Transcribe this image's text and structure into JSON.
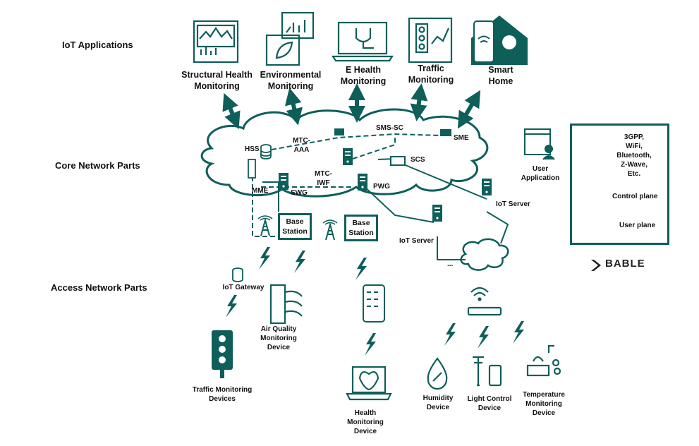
{
  "sections": {
    "iot_apps": "IoT Applications",
    "core": "Core Network Parts",
    "access": "Access Network Parts"
  },
  "apps": [
    {
      "label": "Structural Health\nMonitoring",
      "icon": "monitor-chart-icon"
    },
    {
      "label": "Environmental\nMonitoring",
      "icon": "tablet-leaf-icon"
    },
    {
      "label": "E Health\nMonitoring",
      "icon": "laptop-stethoscope-icon"
    },
    {
      "label": "Traffic\nMonitoring",
      "icon": "traffic-chart-icon"
    },
    {
      "label": "Smart\nHome",
      "icon": "smart-home-icon"
    }
  ],
  "core_nodes": {
    "hss": "HSS",
    "mtc_aaa": "MTC-\nAAA",
    "sms_sc": "SMS-SC",
    "sme": "SME",
    "scs": "SCS",
    "mtc_iwf": "MTC-\nIWF",
    "mme": "MME",
    "swg": "SWG",
    "pwg": "PWG",
    "iot_server_1": "IoT Server",
    "iot_server_2": "IoT Server",
    "ellipsis": "..."
  },
  "base_station_label": "Base\nStation",
  "user_application": "User\nApplication",
  "access": {
    "iot_gateway": "IoT Gateway",
    "traffic_device": "Traffic Monitoring\nDevices",
    "air_quality": "Air Quality\nMonitoring\nDevice",
    "health_device": "Health\nMonitoring\nDevice",
    "humidity": "Humidity\nDevice",
    "light_control": "Light Control\nDevice",
    "temperature": "Temperature\nMonitoring\nDevice"
  },
  "legend": {
    "wireless": "3GPP,\nWiFi,\nBluetooth,\nZ-Wave,\nEtc.",
    "control": "Control plane",
    "user": "User plane"
  },
  "brand": "BABLE",
  "colors": {
    "teal": "#0e5e5a",
    "teal_light": "#1a7a73"
  }
}
